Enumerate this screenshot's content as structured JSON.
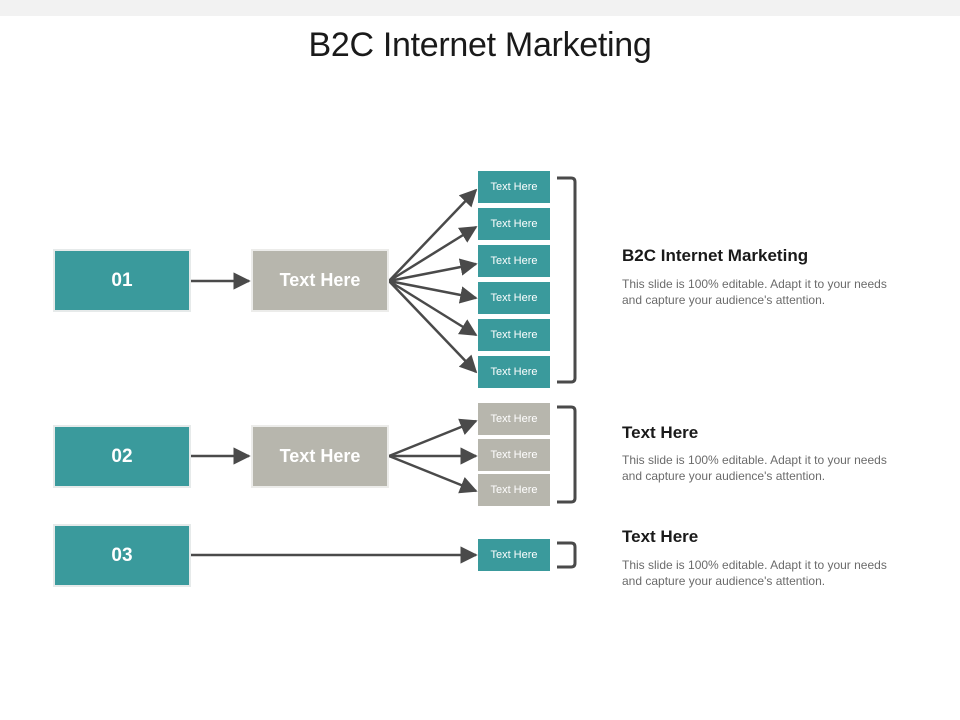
{
  "title": "B2C Internet Marketing",
  "rows": [
    {
      "number": "01",
      "mid_label": "Text Here"
    },
    {
      "number": "02",
      "mid_label": "Text Here"
    },
    {
      "number": "03"
    }
  ],
  "group1_boxes": [
    "Text Here",
    "Text Here",
    "Text Here",
    "Text Here",
    "Text Here",
    "Text Here"
  ],
  "group2_boxes": [
    "Text Here",
    "Text Here",
    "Text Here"
  ],
  "group3_boxes": [
    "Text Here"
  ],
  "descriptions": [
    {
      "heading": "B2C Internet Marketing",
      "text": "This slide is 100% editable. Adapt it to your needs and capture your audience's attention."
    },
    {
      "heading": "Text Here",
      "text": "This slide is 100% editable. Adapt it to your needs and capture your audience's attention."
    },
    {
      "heading": "Text Here",
      "text": "This slide is 100% editable. Adapt it to your needs and capture your audience's attention."
    }
  ],
  "colors": {
    "teal": "#3a9a9c",
    "gray": "#b7b6ad",
    "connector": "#4a4a4a"
  }
}
